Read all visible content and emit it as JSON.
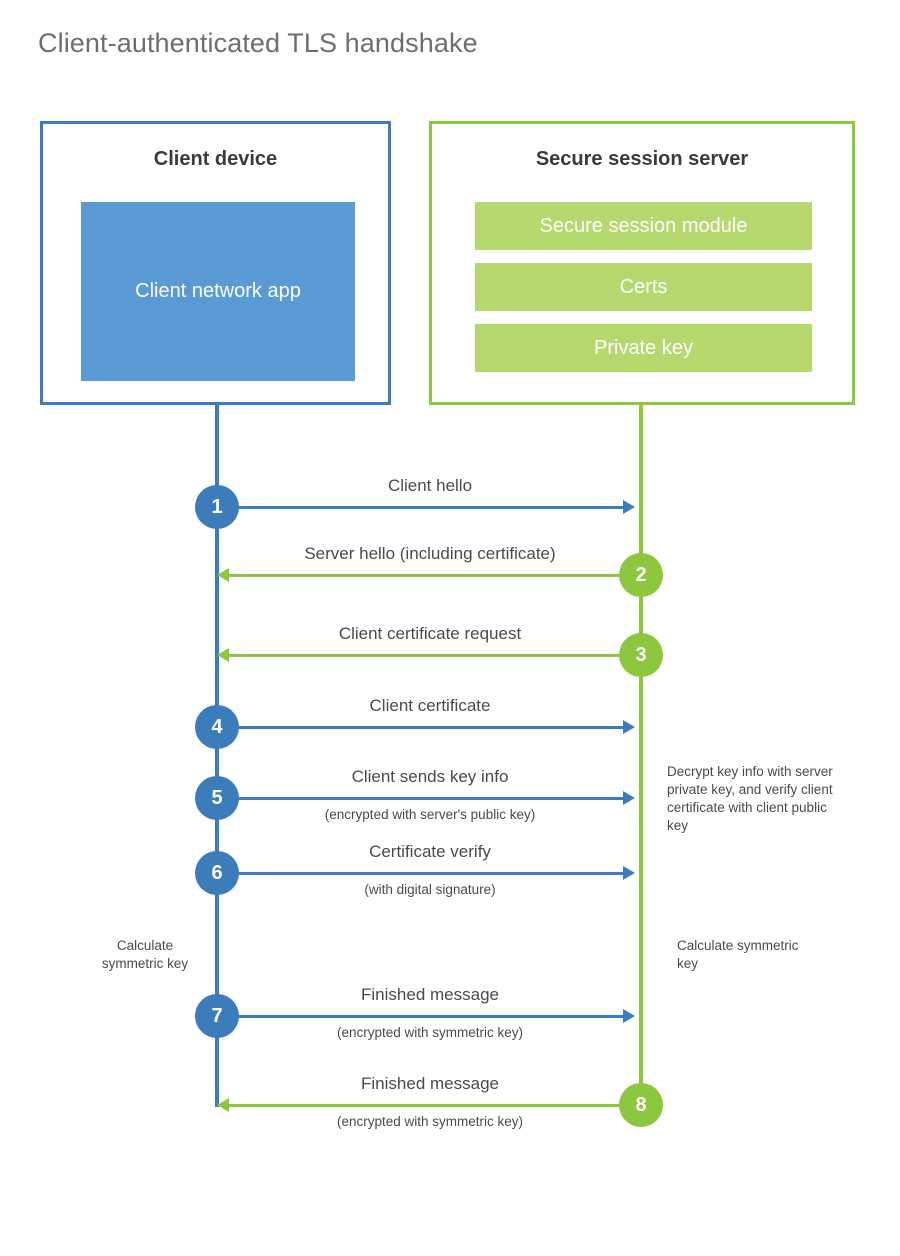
{
  "title": "Client-authenticated TLS handshake",
  "colors": {
    "client_accent": "#3d7cba",
    "server_accent": "#8dc63f",
    "client_app_fill": "#5b9bd5",
    "server_bar_fill": "#b5d96f",
    "text": "#4a4a4a",
    "title_text": "#6d6e71"
  },
  "client": {
    "title": "Client device",
    "app_label": "Client network app"
  },
  "server": {
    "title": "Secure session server",
    "bars": [
      {
        "label": "Secure session module"
      },
      {
        "label": "Certs"
      },
      {
        "label": "Private key"
      }
    ]
  },
  "messages": [
    {
      "number": "1",
      "label": "Client hello",
      "sublabel": "",
      "direction": "client-to-server",
      "color": "blue"
    },
    {
      "number": "2",
      "label": "Server hello (including certificate)",
      "sublabel": "",
      "direction": "server-to-client",
      "color": "green"
    },
    {
      "number": "3",
      "label": "Client certificate request",
      "sublabel": "",
      "direction": "server-to-client",
      "color": "green"
    },
    {
      "number": "4",
      "label": "Client certificate",
      "sublabel": "",
      "direction": "client-to-server",
      "color": "blue"
    },
    {
      "number": "5",
      "label": "Client sends key info",
      "sublabel": "(encrypted with server's public key)",
      "direction": "client-to-server",
      "color": "blue"
    },
    {
      "number": "6",
      "label": "Certificate verify",
      "sublabel": "(with digital signature)",
      "direction": "client-to-server",
      "color": "blue"
    },
    {
      "number": "7",
      "label": "Finished message",
      "sublabel": "(encrypted with symmetric key)",
      "direction": "client-to-server",
      "color": "blue"
    },
    {
      "number": "8",
      "label": "Finished message",
      "sublabel": "(encrypted with symmetric key)",
      "direction": "server-to-client",
      "color": "green"
    }
  ],
  "notes": {
    "server_decrypt": "Decrypt key info with server private key, and verify client certificate with client public key",
    "client_calculate": "Calculate symmetric key",
    "server_calculate": "Calculate symmetric key"
  }
}
